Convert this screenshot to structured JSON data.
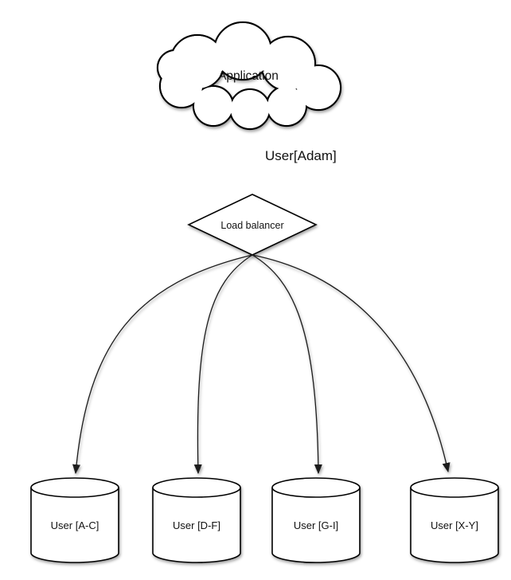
{
  "diagram": {
    "nodes": {
      "application": {
        "label": "Application",
        "shape": "cloud"
      },
      "load_balancer": {
        "label": "Load balancer",
        "shape": "diamond"
      },
      "shards": [
        {
          "label": "User [A-C]",
          "shape": "cylinder"
        },
        {
          "label": "User [D-F]",
          "shape": "cylinder"
        },
        {
          "label": "User [G-I]",
          "shape": "cylinder"
        },
        {
          "label": "User [X-Y]",
          "shape": "cylinder"
        }
      ]
    },
    "edges": {
      "app_to_lb_label": "User[Adam]"
    },
    "colors": {
      "stroke": "#000000",
      "fill": "#ffffff",
      "background": "#ffffff",
      "text": "#111111"
    }
  }
}
